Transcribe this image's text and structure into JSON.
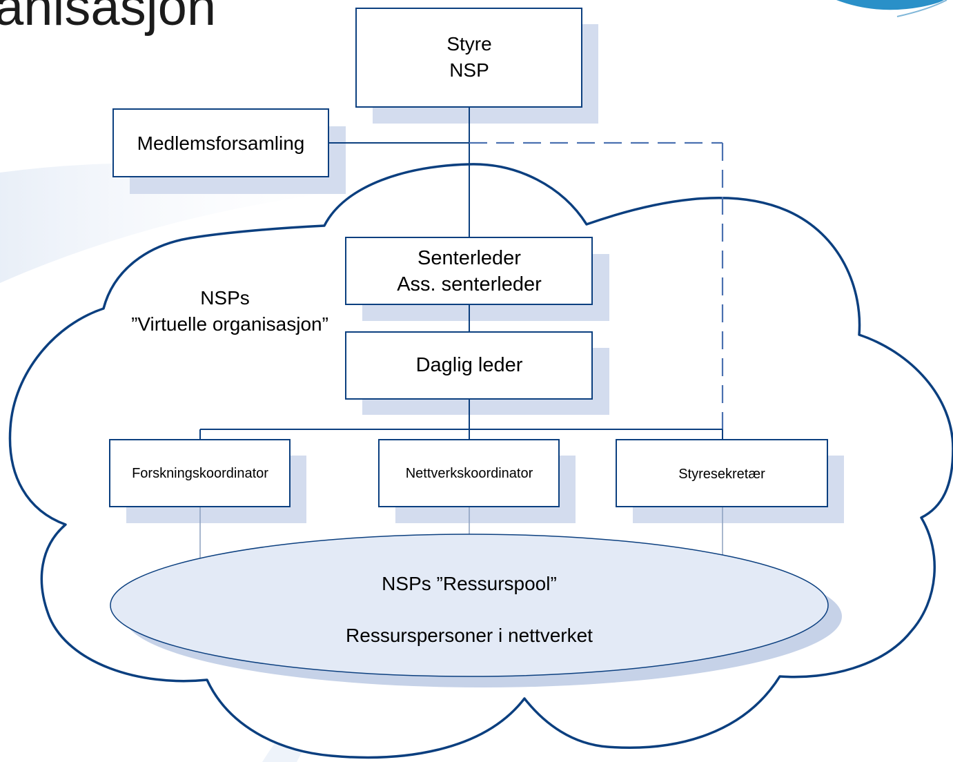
{
  "page": {
    "title_fragment": "anisasjon"
  },
  "org": {
    "board": {
      "line1": "Styre",
      "line2": "NSP"
    },
    "assembly": {
      "label": "Medlemsforsamling"
    },
    "center_lead": {
      "line1": "Senterleder",
      "line2": "Ass. senterleder"
    },
    "daily_lead": {
      "label": "Daglig leder"
    },
    "roles": [
      {
        "label": "Forskningskoordinator"
      },
      {
        "label": "Nettverkskoordinator"
      },
      {
        "label": "Styresekretær"
      }
    ],
    "virtual_org": {
      "line1": "NSPs",
      "line2": "”Virtuelle organisasjon”"
    },
    "pool": {
      "line1": "NSPs ”Ressurspool”",
      "line2": "Ressurspersoner i nettverket"
    }
  },
  "colors": {
    "box_border": "#0b3f7f",
    "box_shadow": "#d3dcee",
    "dashed_line": "#4a70b0",
    "pool_fill": "#e3eaf6",
    "pool_shadow": "#c6d2e8",
    "background_swoosh": "#eef3fa",
    "logo_accent": "#2a90c8"
  }
}
